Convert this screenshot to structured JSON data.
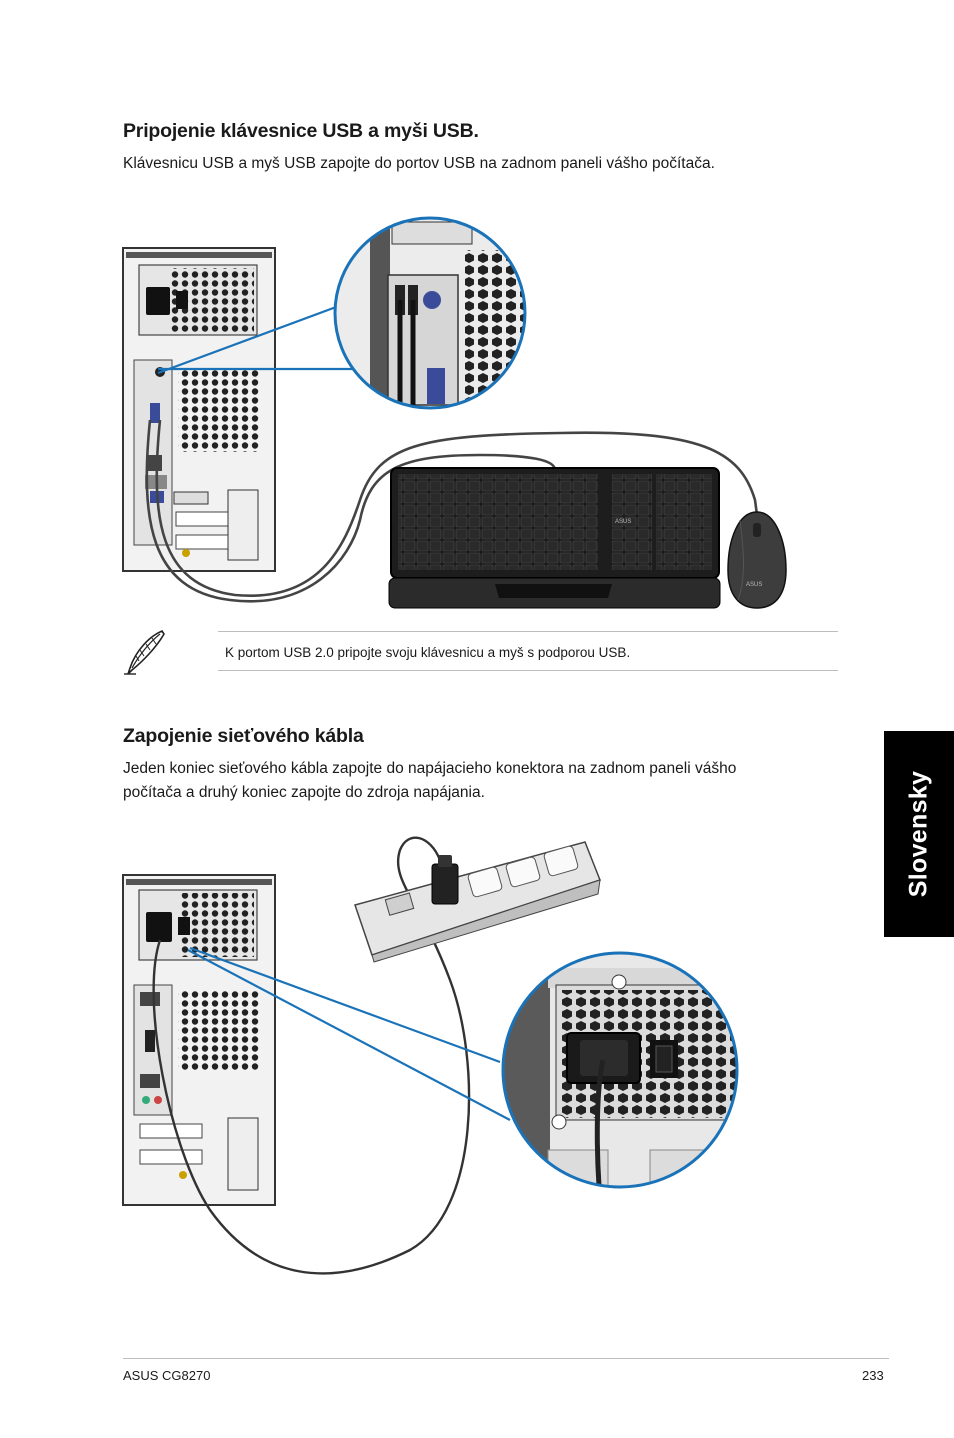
{
  "sections": [
    {
      "title": "Pripojenie klávesnice USB a myši USB.",
      "body": "Klávesnicu USB a myš USB zapojte do portov USB na zadnom paneli vášho počítača."
    },
    {
      "title": "Zapojenie sieťového kábla",
      "body_line1": "Jeden koniec sieťového kábla zapojte do napájacieho konektora na zadnom paneli vášho",
      "body_line2": "počítača a druhý koniec zapojte do zdroja napájania."
    }
  ],
  "note": {
    "icon": "feather-pen-icon",
    "text": "K portom USB 2.0 pripojte svoju klávesnicu a myš s podporou USB."
  },
  "side_tab": "Slovensky",
  "footer": {
    "left": "ASUS CG8270",
    "right": "233"
  },
  "illustration_labels": {
    "keyboard_brand": "ASUS",
    "mouse_brand": "ASUS"
  },
  "colors": {
    "accent_blue": "#1a73b8",
    "tab_bg": "#000000"
  }
}
